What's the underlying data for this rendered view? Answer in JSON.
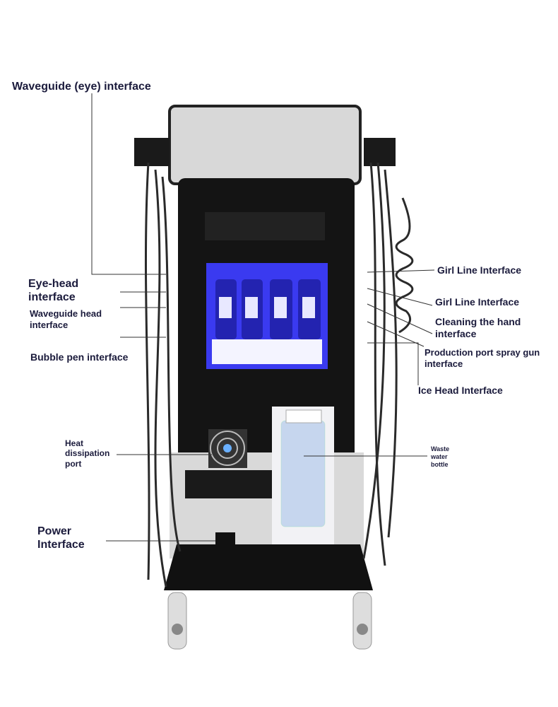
{
  "labels": {
    "waveguide_eye": "Waveguide (eye) interface",
    "eye_head": "Eye-head interface",
    "waveguide_head": "Waveguide head interface",
    "bubble_pen": "Bubble pen interface",
    "heat": "Heat dissipation port",
    "power": "Power Interface",
    "girl_line_1": "Girl Line Interface",
    "girl_line_2": "Girl Line Interface",
    "cleaning_hand": "Cleaning the hand interface",
    "production_port": "Production port spray gun interface",
    "ice_head": "Ice Head Interface",
    "waste_bottle": "Waste water bottle"
  },
  "colors": {
    "label": "#1b1b3c",
    "screen": "#2b2bd8",
    "body": "#111111",
    "panel": "#d9d9d9"
  }
}
